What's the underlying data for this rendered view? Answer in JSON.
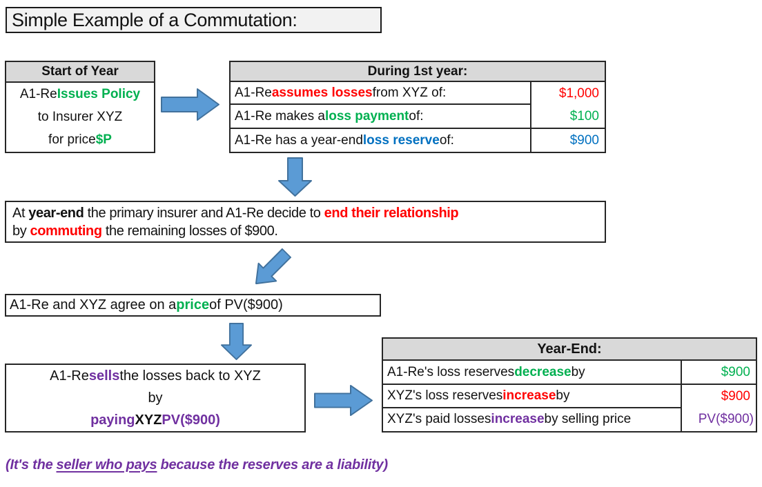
{
  "palette": {
    "green": "#00B050",
    "red": "#FF0000",
    "blue": "#0070C0",
    "purple": "#7030A0",
    "header_gray": "#D9D9D9",
    "title_gray": "#F2F2F2",
    "arrow_fill": "#5B9BD5",
    "arrow_stroke": "#41719C"
  },
  "title": "Simple Example of a Commutation:",
  "start_of_year": {
    "header": "Start of Year",
    "line1": {
      "pre": "A1-Re ",
      "em": "Issues Policy"
    },
    "line2": "to Insurer XYZ",
    "line3": {
      "pre": "for price ",
      "em": "$P"
    }
  },
  "during_table": {
    "header": "During 1st year:",
    "rows": [
      {
        "pre": "A1-Re ",
        "em": "assumes losses",
        "post": " from XYZ of:",
        "value": "$1,000"
      },
      {
        "pre": "A1-Re makes a ",
        "em": "loss payment",
        "post": " of:",
        "value": "$100"
      },
      {
        "pre": "A1-Re has a year-end ",
        "em": "loss reserve",
        "post": " of:",
        "value": "$900"
      }
    ]
  },
  "commute_note": {
    "line1": {
      "s1": "At ",
      "s2": "year-end",
      "s3": " the primary insurer and A1-Re decide to ",
      "s4": "end their relationship"
    },
    "line2": {
      "s1": "by ",
      "s2": "commuting",
      "s3": " the remaining losses of $900."
    }
  },
  "agree_box": {
    "s1": "A1-Re and XYZ agree on a ",
    "s2": "price",
    "s3": " of PV($900)"
  },
  "sells_box": {
    "line1": {
      "s1": "A1-Re ",
      "s2": "sells",
      "s3": " the losses back to XYZ"
    },
    "line2": "by",
    "line3": {
      "s1": "paying",
      "s2": " XYZ ",
      "s3": "PV($900)"
    }
  },
  "yearend_table": {
    "header": "Year-End:",
    "rows": [
      {
        "pre": "A1-Re's loss reserves ",
        "em": "decrease",
        "post": " by",
        "value": "$900"
      },
      {
        "pre": "XYZ's loss reserves ",
        "em": "increase",
        "post": " by",
        "value": "$900"
      },
      {
        "pre": "XYZ's paid losses ",
        "em": "increase",
        "post": " by selling price",
        "value": "PV($900)"
      }
    ]
  },
  "footnote": {
    "s1": "(It's the",
    "s2": "seller who pays",
    "s3": "because the reserves are a liability)"
  }
}
